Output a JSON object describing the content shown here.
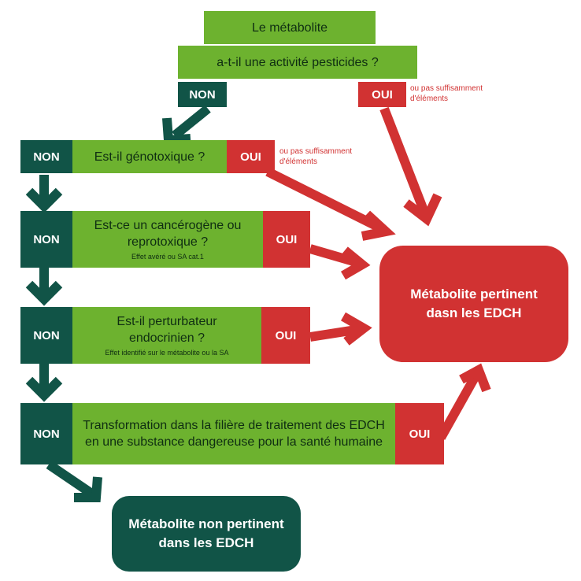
{
  "colors": {
    "green": "#6db22f",
    "dark_green": "#115447",
    "red": "#d13232"
  },
  "top": {
    "title": "Le métabolite",
    "question": "a-t-il une activité pesticides ?",
    "non": "NON",
    "oui": "OUI",
    "oui_caption": "ou pas suffisamment d'éléments"
  },
  "steps": [
    {
      "non": "NON",
      "question": "Est-il génotoxique ?",
      "note": "",
      "oui": "OUI",
      "oui_caption": "ou pas suffisamment d'éléments"
    },
    {
      "non": "NON",
      "question": "Est-ce un cancérogène ou reprotoxique ?",
      "note": "Effet avéré ou SA cat.1",
      "oui": "OUI"
    },
    {
      "non": "NON",
      "question": "Est-il perturbateur endocrinien ?",
      "note": "Effet identifié sur le métabolite ou la SA",
      "oui": "OUI"
    },
    {
      "non": "NON",
      "question": "Transformation dans la filière de traitement des EDCH en une substance dangereuse pour la santé humaine",
      "note": "",
      "oui": "OUI"
    }
  ],
  "results": {
    "pertinent": "Métabolite pertinent dasn les EDCH",
    "non_pertinent": "Métabolite non pertinent dans les EDCH"
  }
}
